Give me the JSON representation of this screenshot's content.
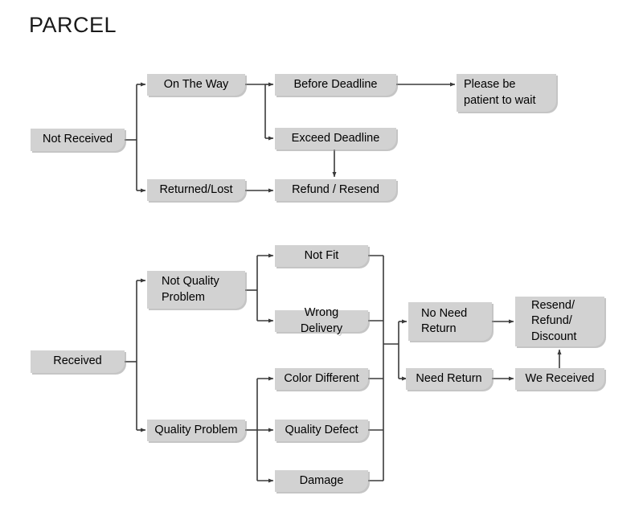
{
  "title": "PARCEL",
  "theme": {
    "background": "#ffffff",
    "node_fill": "#d2d2d2",
    "node_shadow": "#969696",
    "text_color": "#000000",
    "connector_color": "#3a3a3a"
  },
  "diagram": {
    "type": "flowchart",
    "orientation": "left-to-right",
    "branches": [
      {
        "root": "Not Received",
        "children": [
          "On The Way",
          "Returned/Lost"
        ]
      },
      {
        "root": "Received",
        "children": [
          "Not Quality Problem",
          "Quality Problem"
        ]
      }
    ]
  },
  "nodes": {
    "not_received": "Not Received",
    "on_the_way": "On The Way",
    "returned_lost": "Returned/Lost",
    "before_deadline": "Before Deadline",
    "exceed_deadline": "Exceed Deadline",
    "refund_resend": "Refund / Resend",
    "please_be_patient": "Please be\npatient to wait",
    "received": "Received",
    "not_quality_problem": "Not Quality\nProblem",
    "quality_problem": "Quality Problem",
    "not_fit": "Not Fit",
    "wrong_delivery": "Wrong Delivery",
    "color_different": "Color Different",
    "quality_defect": "Quality Defect",
    "damage": "Damage",
    "no_need_return": "No Need\nReturn",
    "need_return": "Need Return",
    "we_received": "We Received",
    "resend_refund_discount": "Resend/\nRefund/\nDiscount"
  },
  "edges": [
    {
      "from": "Not Received",
      "to": "On The Way"
    },
    {
      "from": "Not Received",
      "to": "Returned/Lost"
    },
    {
      "from": "On The Way",
      "to": "Before Deadline"
    },
    {
      "from": "On The Way",
      "to": "Exceed Deadline"
    },
    {
      "from": "Before Deadline",
      "to": "Please be patient to wait"
    },
    {
      "from": "Exceed Deadline",
      "to": "Refund / Resend"
    },
    {
      "from": "Returned/Lost",
      "to": "Refund / Resend"
    },
    {
      "from": "Received",
      "to": "Not Quality Problem"
    },
    {
      "from": "Received",
      "to": "Quality Problem"
    },
    {
      "from": "Not Quality Problem",
      "to": "Not Fit"
    },
    {
      "from": "Not Quality Problem",
      "to": "Wrong Delivery"
    },
    {
      "from": "Quality Problem",
      "to": "Color Different"
    },
    {
      "from": "Quality Problem",
      "to": "Quality Defect"
    },
    {
      "from": "Quality Problem",
      "to": "Damage"
    },
    {
      "from": "Not Fit",
      "to": "No Need Return"
    },
    {
      "from": "Not Fit",
      "to": "Need Return"
    },
    {
      "from": "Wrong Delivery",
      "to": "No Need Return"
    },
    {
      "from": "Wrong Delivery",
      "to": "Need Return"
    },
    {
      "from": "Color Different",
      "to": "No Need Return"
    },
    {
      "from": "Color Different",
      "to": "Need Return"
    },
    {
      "from": "Quality Defect",
      "to": "No Need Return"
    },
    {
      "from": "Quality Defect",
      "to": "Need Return"
    },
    {
      "from": "Damage",
      "to": "No Need Return"
    },
    {
      "from": "Damage",
      "to": "Need Return"
    },
    {
      "from": "No Need Return",
      "to": "Resend/Refund/Discount"
    },
    {
      "from": "Need Return",
      "to": "We Received"
    },
    {
      "from": "We Received",
      "to": "Resend/Refund/Discount"
    }
  ]
}
